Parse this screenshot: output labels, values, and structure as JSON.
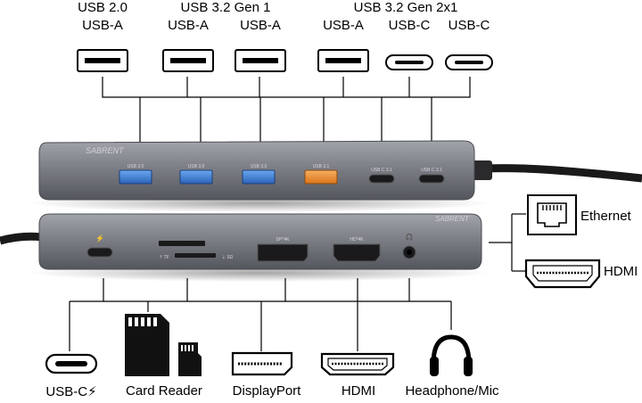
{
  "top_labels": {
    "group1_title": "USB 2.0",
    "group2_title": "USB 3.2 Gen 1",
    "group3_title": "USB 3.2 Gen 2x1",
    "port1": "USB-A",
    "port2": "USB-A",
    "port3": "USB-A",
    "port4": "USB-A",
    "port5": "USB-C",
    "port6": "USB-C"
  },
  "hub_top": {
    "brand": "SABRENT",
    "port_labels": [
      "USB 2.0",
      "USB 3.0",
      "USB 3.0",
      "USB 3.1",
      "USB C 3.1",
      "USB C 3.1"
    ]
  },
  "hub_bottom": {
    "brand": "SABRENT",
    "power_symbol": "⚡",
    "tf_label": "⇡ TF",
    "sd_label": "⇣ SD",
    "dp_label": "DP*4K",
    "hdmi_label": "HD*4K",
    "audio_symbol": "🎧"
  },
  "right_labels": {
    "ethernet": "Ethernet",
    "hdmi": "HDMI"
  },
  "bottom_labels": {
    "usbc_power": "USB-C⚡",
    "card_reader": "Card Reader",
    "displayport": "DisplayPort",
    "hdmi": "HDMI",
    "headphone": "Headphone/Mic"
  },
  "colors": {
    "hub_body": "#80828a",
    "usb2_port": "#3d7fd6",
    "usb3_port": "#3d7fd6",
    "usb31_port": "#e8892e",
    "line": "#000000"
  }
}
